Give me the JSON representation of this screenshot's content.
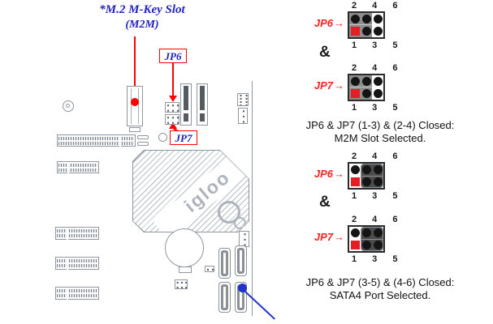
{
  "board_diagram": {
    "m2_slot_label": {
      "line1": "*M.2 M-Key Slot",
      "line2": "(M2M)"
    },
    "jp6_callout": "JP6",
    "jp7_callout": "JP7",
    "heatsink_text": "igloo"
  },
  "jumper_panel": {
    "pin_labels": {
      "top": "2 4 6",
      "bottom": "1 3 5"
    },
    "arrow": "→",
    "ampersand": "&",
    "configs": [
      {
        "jumpers": [
          "JP6",
          "JP7"
        ],
        "caption": {
          "line1": "JP6 & JP7 (1-3) & (2-4) Closed:",
          "line2": "M2M Slot Selected."
        }
      },
      {
        "jumpers": [
          "JP6",
          "JP7"
        ],
        "caption": {
          "line1": "JP6 & JP7 (3-5) & (4-6) Closed:",
          "line2": "SATA4 Port Selected."
        }
      }
    ]
  },
  "colors": {
    "callout_red": "#ff0000",
    "label_blue": "#2222c0",
    "jumper_label_red": "#ff2222",
    "jumper_cap_m2m": "#8d8d8d",
    "jumper_cap_sata": "#4c4c4c",
    "pin1_red": "#e31e24",
    "sata_arrow_blue": "#2233cc",
    "board_outline_gray": "#9097a0"
  }
}
